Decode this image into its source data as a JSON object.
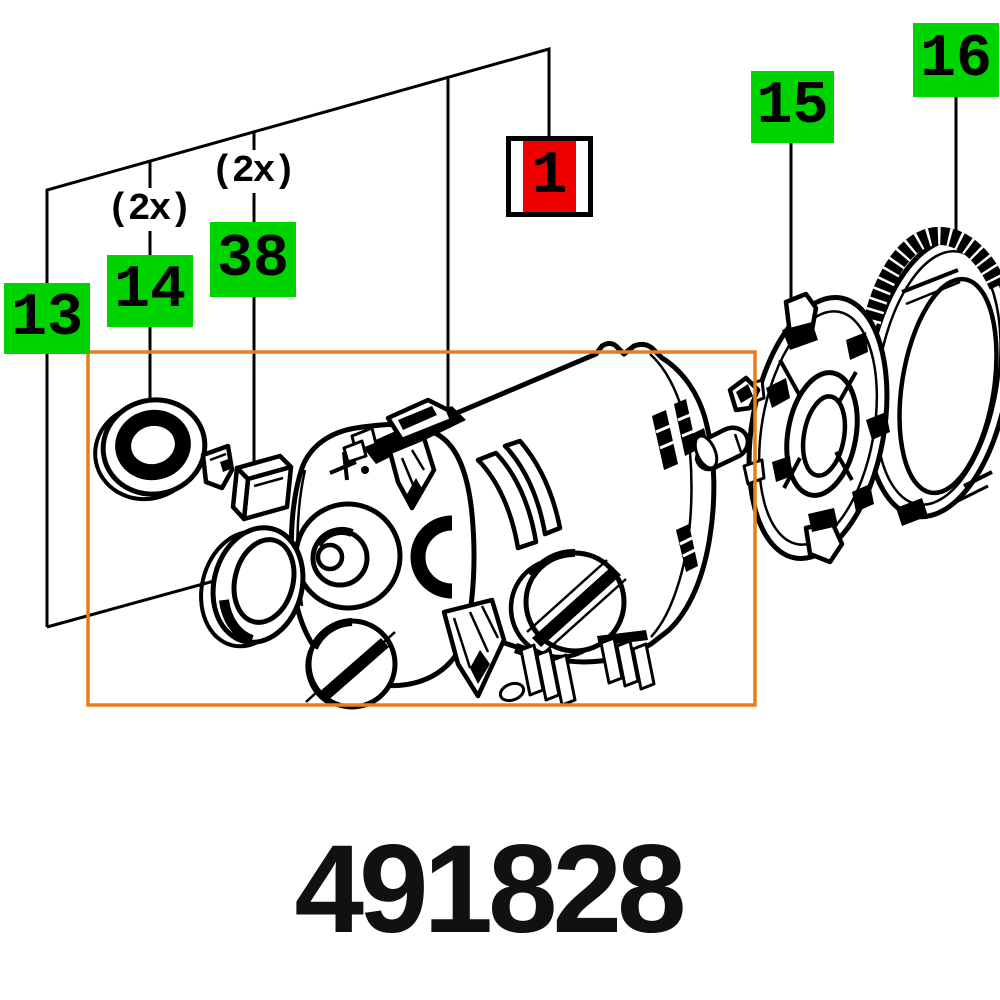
{
  "document": {
    "type": "exploded-parts-diagram",
    "part_number": "491828"
  },
  "callouts": [
    {
      "id": "13",
      "label": "13",
      "style": "green"
    },
    {
      "id": "14",
      "label": "14",
      "style": "green",
      "qty_note": "(2x)"
    },
    {
      "id": "38",
      "label": "38",
      "style": "green",
      "qty_note": "(2x)"
    },
    {
      "id": "1",
      "label": "1",
      "style": "red-selected"
    },
    {
      "id": "15",
      "label": "15",
      "style": "green"
    },
    {
      "id": "16",
      "label": "16",
      "style": "green"
    }
  ],
  "colors": {
    "callout_green": "#00d400",
    "callout_red": "#ee0000",
    "highlight_orange": "#e87d1a",
    "line_black": "#000000",
    "background": "#ffffff"
  }
}
